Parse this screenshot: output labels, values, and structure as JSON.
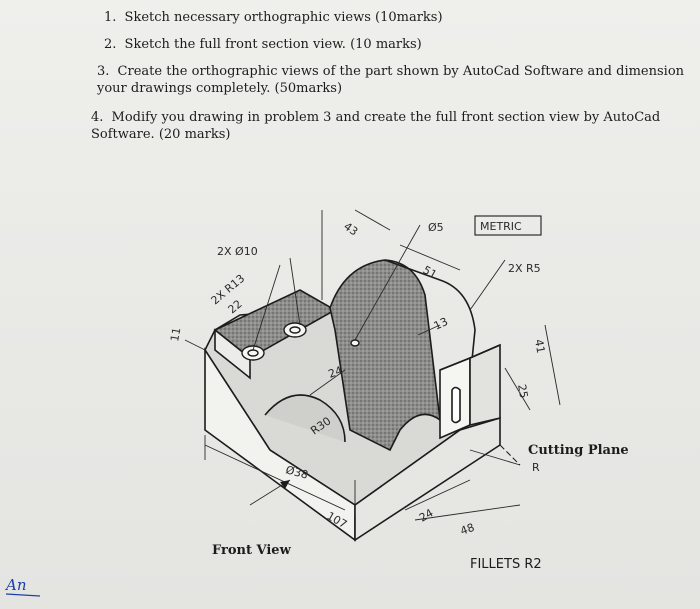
{
  "questions": [
    {
      "number": "1.",
      "text": "Sketch necessary orthographic views (10marks)"
    },
    {
      "number": "2.",
      "text": "Sketch the full front section view. (10 marks)"
    },
    {
      "number": "3.",
      "text": "Create the orthographic views of the part shown by AutoCad Software and dimension your drawings completely. (50marks)"
    },
    {
      "number": "4.",
      "text": "Modify you drawing in problem 3 and create the full front section view by AutoCad Software. (20 marks)"
    }
  ],
  "drawing": {
    "metric_label": "METRIC",
    "dims": {
      "d5": "Ø5",
      "d10": "2X Ø10",
      "r13": "2X R13",
      "d22": "22",
      "d43": "43",
      "d51": "51",
      "d13": "13",
      "r5": "2X R5",
      "d24a": "24",
      "d41": "41",
      "d25": "25",
      "r30": "R30",
      "d38": "Ø38",
      "d107": "107",
      "d24b": "24",
      "d48": "48",
      "d11": "11"
    },
    "cutting_plane": "Cutting Plane",
    "section_letter": "R",
    "front_view": "Front View",
    "fillets": "FILLETS R2",
    "signature": "An"
  }
}
